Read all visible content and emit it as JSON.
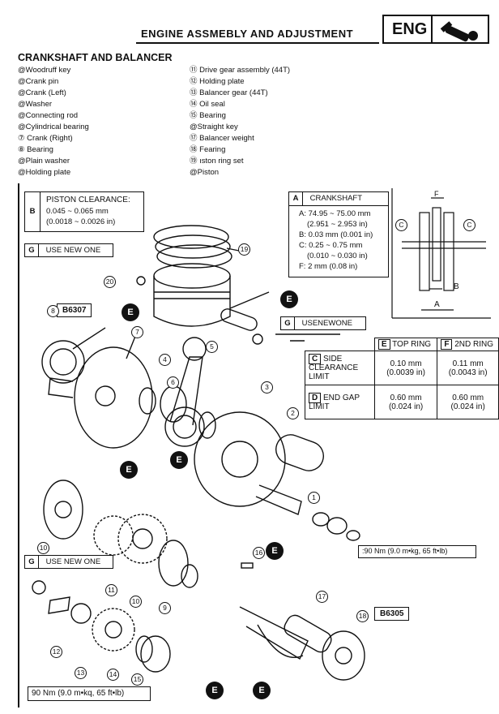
{
  "header": {
    "title": "ENGINE ASSMEBLY AND ADJUSTMENT",
    "tag": "ENG"
  },
  "section": {
    "title": "CRANKSHAFT AND BALANCER"
  },
  "legend_left": [
    "@Woodruff key",
    "@Crank pin",
    "@Crank (Left)",
    "@Washer",
    "@Connecting rod",
    "@Cylindrical bearing",
    "⑦ Crank (Right)",
    "⑧ Bearing",
    "@Plain washer",
    "@Holding plate"
  ],
  "legend_right": [
    "⑪ Drive gear assembly (44T)",
    "⑫ Holding plate",
    "⑬ Balancer gear (44T)",
    "⑭ Oil seal",
    "⑮ Bearing",
    "@Straight key",
    "⑰ Balancer weight",
    "⑱ Fearing",
    "⑲ ıston ring set",
    "@Piston"
  ],
  "piston_clearance": {
    "title": "PISTON CLEARANCE:",
    "letter": "B",
    "line1": "0.045 ~ 0.065 mm",
    "line2": "(0.0018 ~ 0.0026 in)"
  },
  "use_new_1": {
    "letter": "G",
    "text": "USE NEW ONE"
  },
  "use_new_2": {
    "letter": "G",
    "text": "USENEWONE"
  },
  "use_new_3": {
    "letter": "G",
    "text": "USE NEW ONE"
  },
  "bearing_left": "B6307",
  "bearing_right": "B6305",
  "crankshaft": {
    "letter": "A",
    "title": "CRANKSHAFT",
    "rows": [
      "A: 74.95 ~ 75.00 mm",
      "(2.951 ~ 2.953 in)",
      "B: 0.03 mm (0.001 in)",
      "C: 0.25 ~ 0.75 mm",
      "(0.010 ~ 0.030 in)",
      "F: 2 mm (0.08 in)"
    ]
  },
  "ring_table": {
    "col_e": "E",
    "col_top": "TOP RING",
    "col_f": "F",
    "col_2nd": "2ND RING",
    "row1_letter": "C",
    "row1_label": "SIDE CLEARANCE LIMIT",
    "row1_top": "0.10 mm (0.0039 in)",
    "row1_2nd": "0.11 mm (0.0043 in)",
    "row2_letter": "D",
    "row2_label": "END GAP LIMIT",
    "row2_top": "0.60 mm (0.024 in)",
    "row2_2nd": "0.60 mm (0.024 in)"
  },
  "torque_right": ":90 Nm (9.0 m•kg, 65 ft•lb)",
  "torque_bottom": "90 Nm (9.0 m•kq, 65 ft•lb)",
  "e_mark": "E",
  "callouts": [
    "1",
    "2",
    "3",
    "4",
    "5",
    "6",
    "7",
    "8",
    "9",
    "10",
    "11",
    "12",
    "13",
    "14",
    "15",
    "16",
    "17",
    "18",
    "19",
    "20"
  ],
  "dim_labels": {
    "a": "A",
    "b": "B",
    "c1": "C",
    "c2": "C",
    "f": "F"
  }
}
